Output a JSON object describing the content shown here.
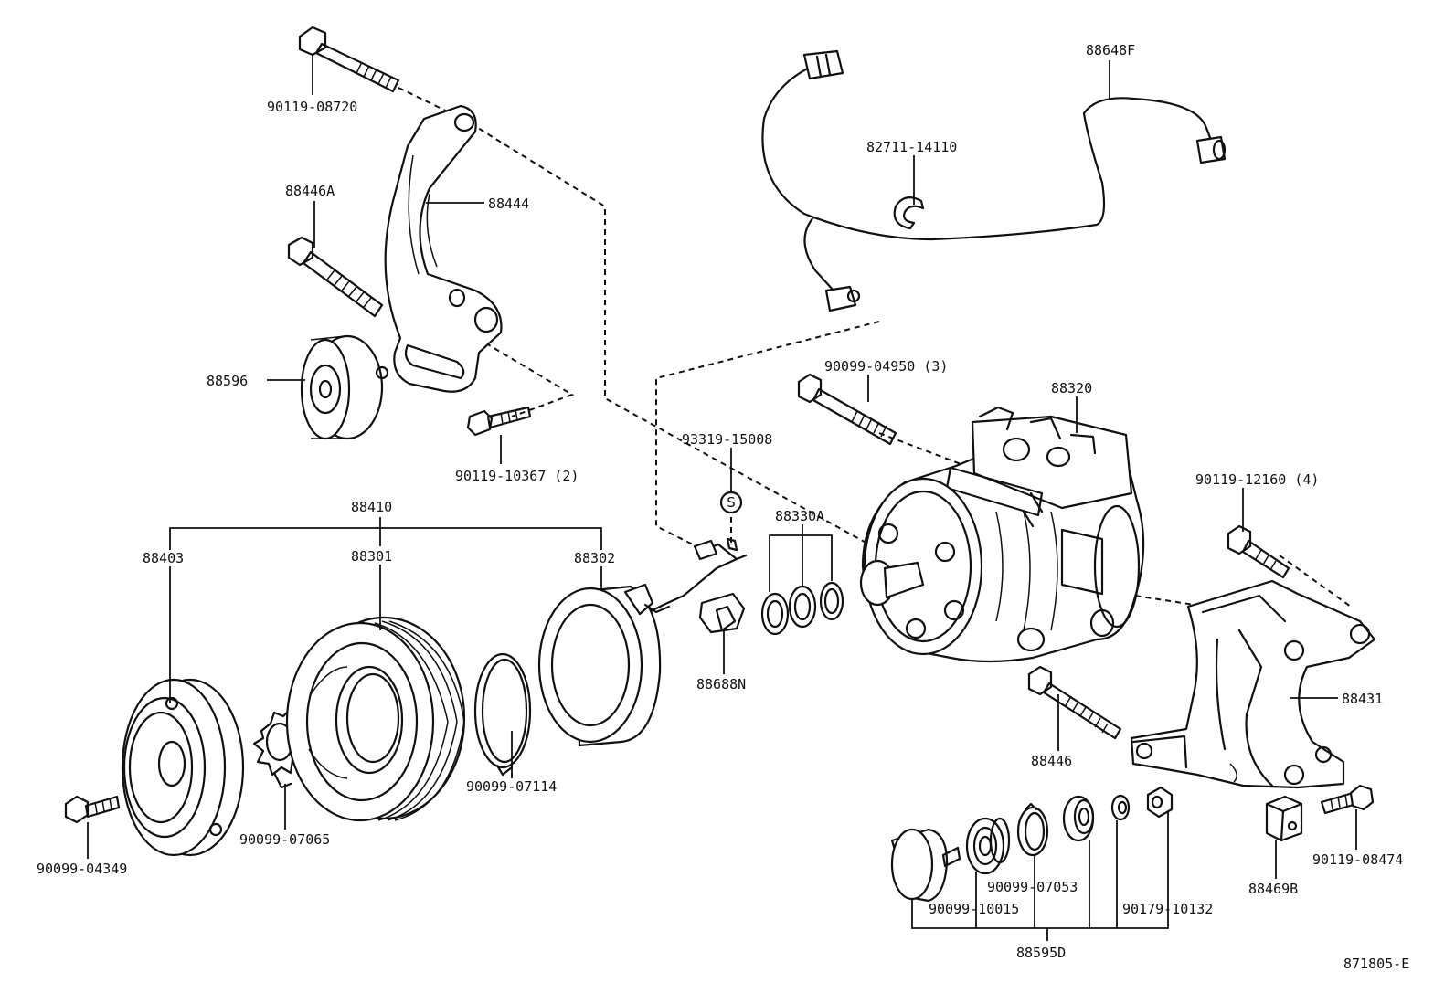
{
  "figure_code": "871805-E",
  "group_labels": {
    "clutch_assy": "88410",
    "bracket_kit": "88595D"
  },
  "symbol_s": "S",
  "labels": {
    "bolt_top": "90119-08720",
    "bolt_88446a": "88446A",
    "bracket_88444": "88444",
    "idler_88596": "88596",
    "bolt_10367": "90119-10367 (2)",
    "wire_88648f": "88648F",
    "clamp_82711": "82711-14110",
    "bolt_04950": "90099-04950 (3)",
    "compressor_88320": "88320",
    "wire_93319": "93319-15008",
    "bolt_12160": "90119-12160 (4)",
    "hub_88403": "88403",
    "pulley_88301": "88301",
    "stator_88302": "88302",
    "shims_88330a": "88330A",
    "ring_07114": "90099-07114",
    "plate_88688n": "88688N",
    "bracket_88431": "88431",
    "bolt_88446": "88446",
    "bolt_04349": "90099-04349",
    "washer_07065": "90099-07065",
    "ring_07053": "90099-07053",
    "bearing_10015": "90099-10015",
    "nut_10132": "90179-10132",
    "block_88469b": "88469B",
    "bolt_08474": "90119-08474"
  }
}
